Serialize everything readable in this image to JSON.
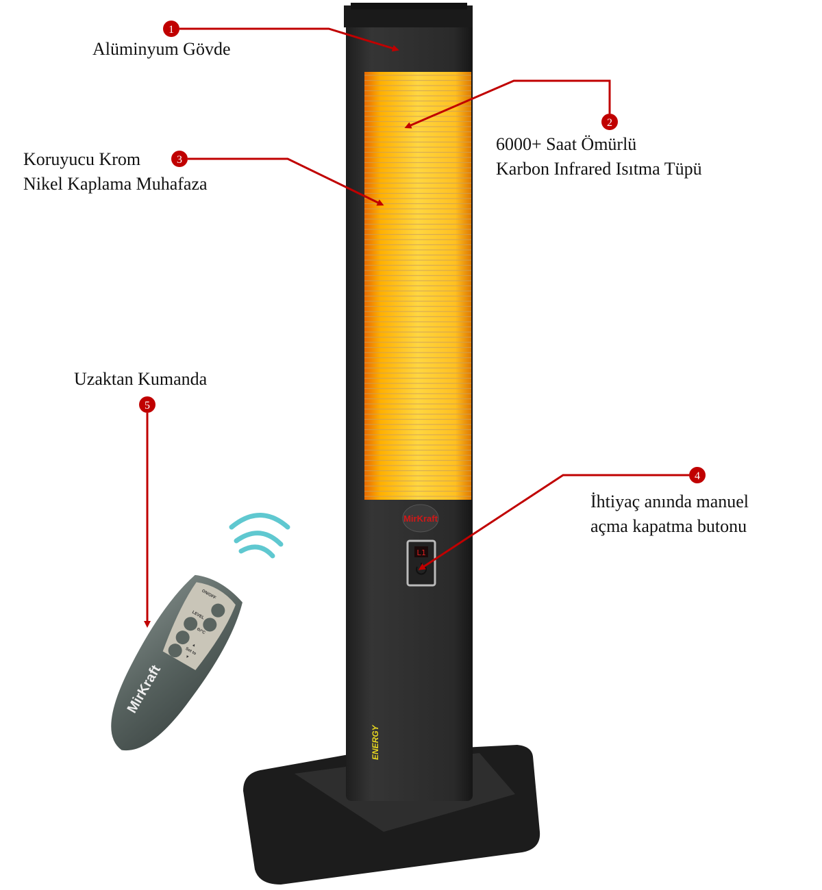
{
  "colors": {
    "callout": "#c00000",
    "body": "#2b2b2b",
    "grill": "#f7b500",
    "brand_red": "#d01818"
  },
  "callouts": [
    {
      "number": "1",
      "lines": [
        "Alüminyum Gövde"
      ]
    },
    {
      "number": "2",
      "lines": [
        "6000+ Saat Ömürlü",
        "Karbon Infrared Isıtma Tüpü"
      ]
    },
    {
      "number": "3",
      "lines": [
        "Koruyucu Krom",
        "Nikel Kaplama Muhafaza"
      ]
    },
    {
      "number": "4",
      "lines": [
        "İhtiyaç anında manuel",
        "açma kapatma butonu"
      ]
    },
    {
      "number": "5",
      "lines": [
        "Uzaktan Kumanda"
      ]
    }
  ],
  "heater": {
    "brand": "MirKraft",
    "display": "L1",
    "model_text": "ENERGY",
    "power_icon": "power-icon"
  },
  "remote": {
    "brand": "MirKraft",
    "buttons": [
      "ON/OFF",
      "LEVEL",
      "⏲/°C",
      "Set to"
    ]
  }
}
